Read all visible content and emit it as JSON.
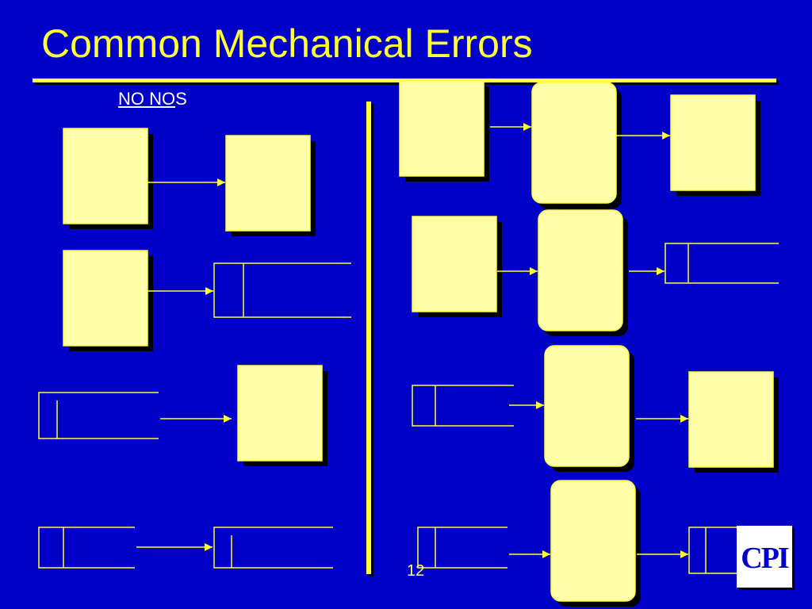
{
  "slide": {
    "title": "Common Mechanical Errors",
    "label_main": "NO NO",
    "label_tail": "S",
    "page_number": "12"
  },
  "logo": {
    "text": "CPI"
  },
  "colors": {
    "background": "#0000c8",
    "accent": "#ffff33",
    "box_fill": "#ffffaa",
    "shadow": "#000000",
    "label_text": "#ffffff"
  },
  "diagram": {
    "left_examples": [
      [
        "process-box",
        "process-box"
      ],
      [
        "process-box",
        "data-store"
      ],
      [
        "data-store",
        "process-box"
      ],
      [
        "data-store",
        "data-store"
      ]
    ],
    "right_examples": [
      [
        "process-box",
        "process-bubble",
        "process-box"
      ],
      [
        "process-box",
        "process-bubble",
        "data-store"
      ],
      [
        "data-store",
        "process-bubble",
        "process-box"
      ],
      [
        "data-store",
        "process-bubble",
        "data-store"
      ]
    ]
  }
}
